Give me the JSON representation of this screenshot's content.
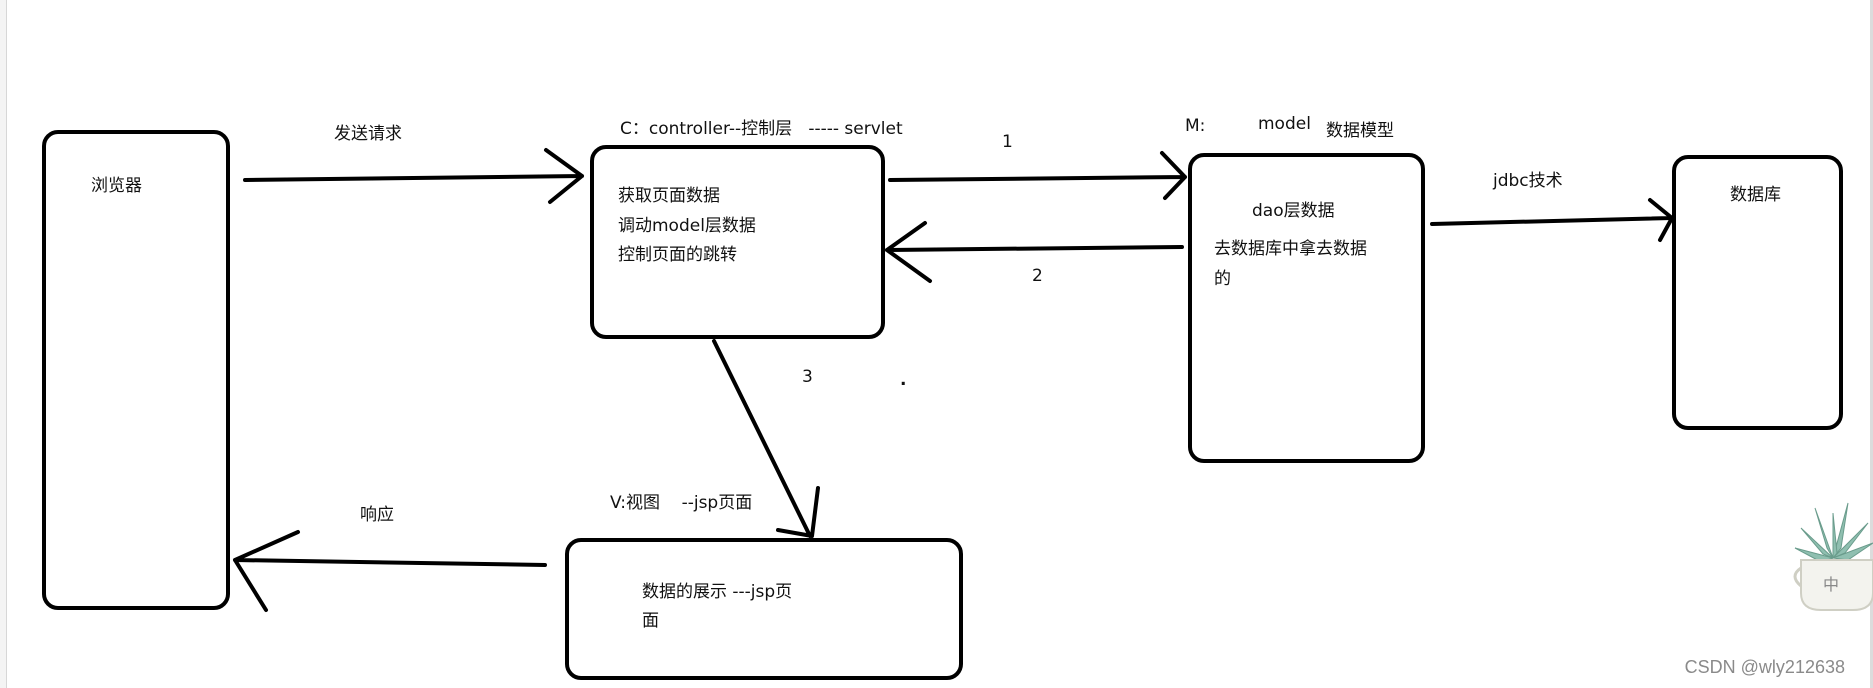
{
  "boxes": {
    "browser": {
      "label": "浏览器"
    },
    "controller": {
      "lines": [
        "获取页面数据",
        "调动model层数据",
        "控制页面的跳转"
      ]
    },
    "model": {
      "lines": [
        "dao层数据",
        "去数据库中拿去数据",
        "的"
      ]
    },
    "database": {
      "label": "数据库"
    },
    "view": {
      "lines": [
        "数据的展示 ---jsp页",
        "面"
      ]
    }
  },
  "labels": {
    "send_request": "发送请求",
    "controller_title": "C：controller--控制层   ----- servlet",
    "model_m": "M:",
    "model_model": "model",
    "model_desc": "数据模型",
    "jdbc": "jdbc技术",
    "arrow1": "1",
    "arrow2": "2",
    "arrow3": "3",
    "view_title": "V:视图    --jsp页面",
    "response": "响应",
    "dot": "."
  },
  "watermark": "CSDN @wly212638",
  "decoration": {
    "pot_text": "中"
  }
}
